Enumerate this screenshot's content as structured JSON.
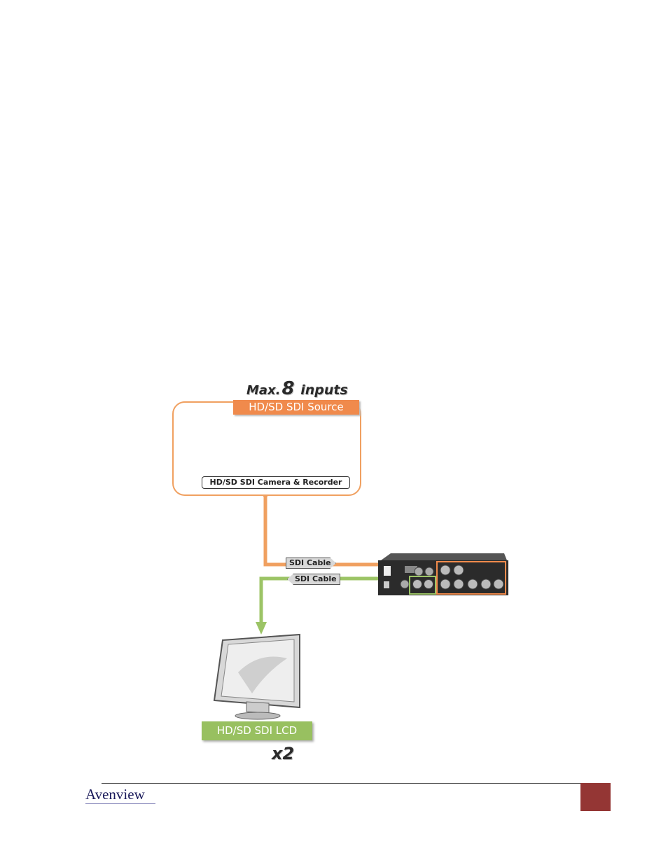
{
  "diagram": {
    "title_prefix": "Max.",
    "title_number": "8",
    "title_suffix": " inputs",
    "source_label": "HD/SD SDI Source",
    "source_device_label": "HD/SD SDI Camera & Recorder",
    "cable_out_label": "SDI Cable",
    "cable_in_label": "SDI Cable",
    "lcd_label": "HD/SD SDI LCD",
    "lcd_count": "x2",
    "colors": {
      "input": "#f08a4c",
      "output": "#98c060"
    }
  },
  "footer": {
    "logo_text": "Avenview",
    "page_box_color": "#943634"
  }
}
